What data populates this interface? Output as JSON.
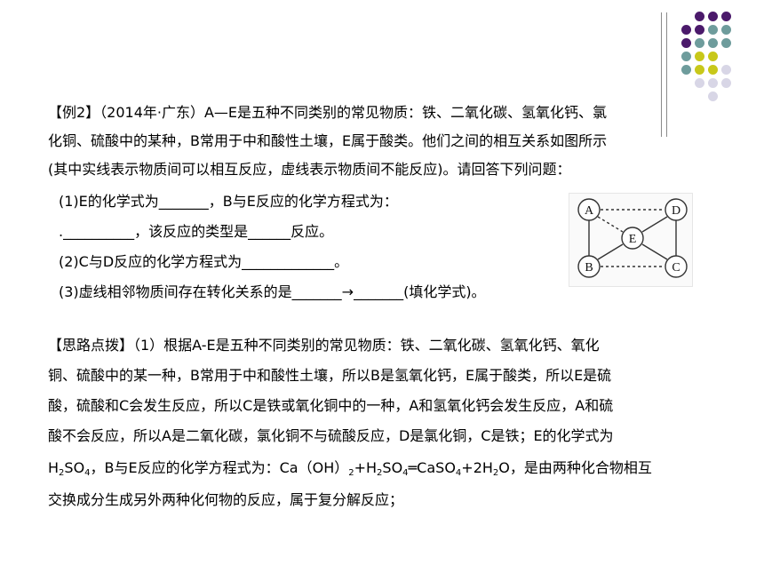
{
  "example": {
    "lines": [
      "【例2】（2014年·广东）A—E是五种不同类别的常见物质：铁、二氧化碳、氢氧化钙、氯",
      "化铜、硫酸中的某种，B常用于中和酸性土壤，E属于酸类。他们之间的相互关系如图所示",
      "(其中实线表示物质间可以相互反应，虚线表示物质间不能反应)。请回答下列问题："
    ],
    "questions": [
      "(1)E的化学式为_______，B与E反应的化学方程式为：",
      ".__________，该反应的类型是______反应。",
      "(2)C与D反应的化学方程式为_____________。",
      "(3)虚线相邻物质间存在转化关系的是_______→_______(填化学式)。"
    ]
  },
  "diagram": {
    "nodes": {
      "A": "A",
      "B": "B",
      "C": "C",
      "D": "D",
      "E": "E"
    }
  },
  "analysis": {
    "lines": [
      "【思路点拨】（1）根据A-E是五种不同类别的常见物质：铁、二氧化碳、氢氧化钙、氧化",
      "铜、硫酸中的某一种，B常用于中和酸性土壤，所以B是氢氧化钙，E属于酸类，所以E是硫",
      "酸，硫酸和C会发生反应，所以C是铁或氧化铜中的一种，A和氢氧化钙会发生反应，A和硫",
      "酸不会反应，所以A是二氧化碳，氯化铜不与硫酸反应，D是氯化铜，C是铁；E的化学式为"
    ],
    "formula_line": {
      "e_h": "H",
      "e_2": "2",
      "e_so": "SO",
      "e_4": "4",
      "mid": "，B与E反应的化学方程式为：Ca（OH）",
      "sub_2a": "2",
      "plus_h": "+H",
      "sub_2b": "2",
      "so": "SO",
      "sub_4a": "4",
      "eq_caso": "═CaSO",
      "sub_4b": "4",
      "plus2h": "+2H",
      "sub_2c": "2",
      "o_tail": "O，是由两种化合物相互"
    },
    "last_line": "交换成分生成另外两种化何物的反应，属于复分解反应；"
  },
  "colors": {
    "purple": "#4b1a6b",
    "teal": "#6e9c9c",
    "lime": "#c8c81a",
    "lavender": "#d8d6e6",
    "rule": "#8a8a8a"
  }
}
